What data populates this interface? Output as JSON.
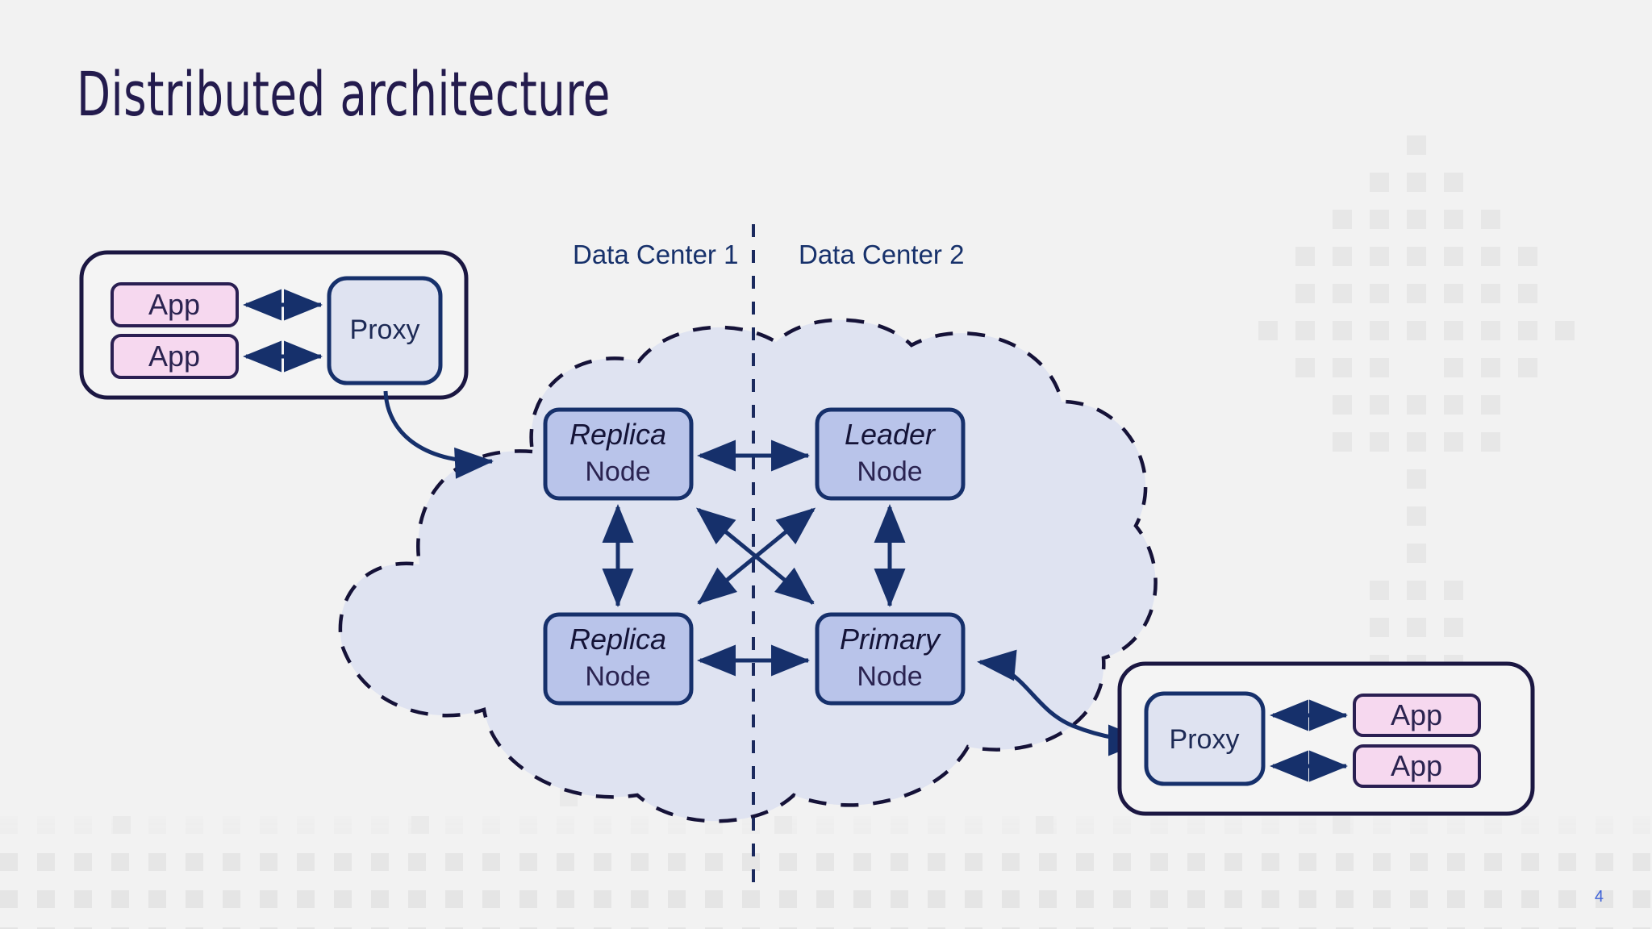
{
  "slide": {
    "title": "Distributed architecture",
    "page_number": "4",
    "background_color": "#f2f2f2"
  },
  "colors": {
    "title_ink": "#231b4d",
    "navy_stroke": "#16306b",
    "dark_outline": "#1b1742",
    "node_fill": "#b9c4ea",
    "proxy_fill": "#dfe3f1",
    "app_fill": "#f6d8ef",
    "cloud_fill": "#dfe3f1",
    "group_fill": "#f4f4f4",
    "page_number_color": "#3f63d8",
    "dot_pattern": "#e3e3e3"
  },
  "data_centers": [
    {
      "label": "Data Center 1"
    },
    {
      "label": "Data Center 2"
    }
  ],
  "cloud": {
    "name": "datacenter-cloud"
  },
  "nodes": [
    {
      "id": "replica-top",
      "role": "Replica",
      "kind": "Node",
      "dc": 1
    },
    {
      "id": "leader-top",
      "role": "Leader",
      "kind": "Node",
      "dc": 2
    },
    {
      "id": "replica-bottom",
      "role": "Replica",
      "kind": "Node",
      "dc": 1
    },
    {
      "id": "primary-bottom",
      "role": "Primary",
      "kind": "Node",
      "dc": 2
    }
  ],
  "left_group": {
    "name": "left-client-group",
    "apps": [
      {
        "label": "App"
      },
      {
        "label": "App"
      }
    ],
    "proxy": {
      "label": "Proxy"
    }
  },
  "right_group": {
    "name": "right-client-group",
    "apps": [
      {
        "label": "App"
      },
      {
        "label": "App"
      }
    ],
    "proxy": {
      "label": "Proxy"
    }
  },
  "connections": [
    {
      "from": "replica-top",
      "to": "leader-top",
      "style": "double-arrow"
    },
    {
      "from": "replica-bottom",
      "to": "primary-bottom",
      "style": "double-arrow"
    },
    {
      "from": "replica-top",
      "to": "replica-bottom",
      "style": "double-arrow"
    },
    {
      "from": "leader-top",
      "to": "primary-bottom",
      "style": "double-arrow"
    },
    {
      "from": "replica-top",
      "to": "primary-bottom",
      "style": "double-arrow-diagonal"
    },
    {
      "from": "leader-top",
      "to": "replica-bottom",
      "style": "double-arrow-diagonal"
    },
    {
      "from": "left-proxy",
      "to": "replica-top",
      "style": "curved-arrow"
    },
    {
      "from": "primary-bottom",
      "to": "right-proxy",
      "style": "curved-double-arrow"
    },
    {
      "from": "left-app-1",
      "to": "left-proxy",
      "style": "double-arrow"
    },
    {
      "from": "left-app-2",
      "to": "left-proxy",
      "style": "double-arrow"
    },
    {
      "from": "right-proxy",
      "to": "right-app-1",
      "style": "double-arrow"
    },
    {
      "from": "right-proxy",
      "to": "right-app-2",
      "style": "double-arrow"
    }
  ],
  "divider": {
    "name": "datacenter-divider",
    "style": "dashed-vertical"
  }
}
